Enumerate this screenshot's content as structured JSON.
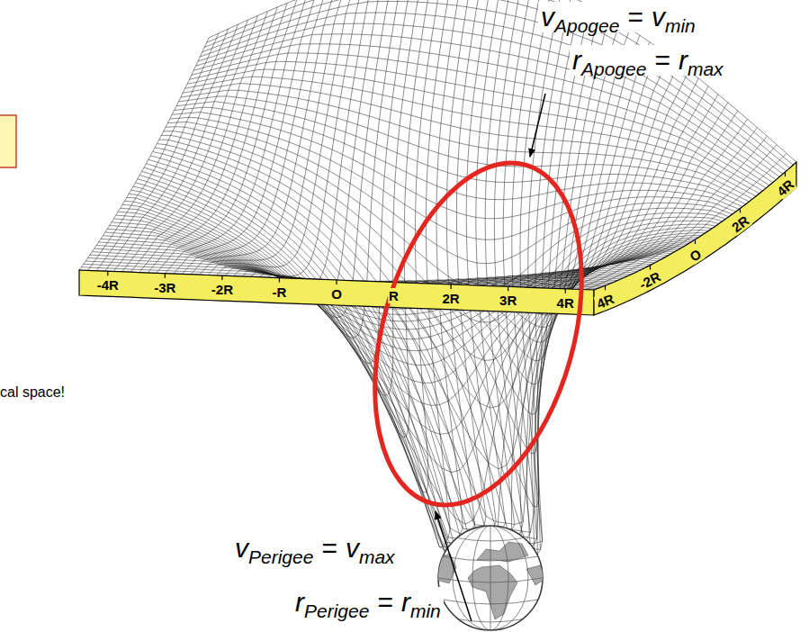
{
  "diagram": {
    "labels": [
      "v",
      "Apogee",
      "=",
      "v",
      "min",
      "r",
      "Apogee",
      "=",
      "r",
      "max",
      "v",
      "Perigee",
      "=",
      "v",
      "max",
      "r",
      "Perigee",
      "=",
      "r",
      "min",
      "-4R",
      "-3R",
      "-2R",
      "-R",
      "O",
      "R",
      "2R",
      "3R",
      "4R",
      "4R",
      "-2R",
      "O",
      "2R",
      "4R",
      "cal space!"
    ]
  }
}
